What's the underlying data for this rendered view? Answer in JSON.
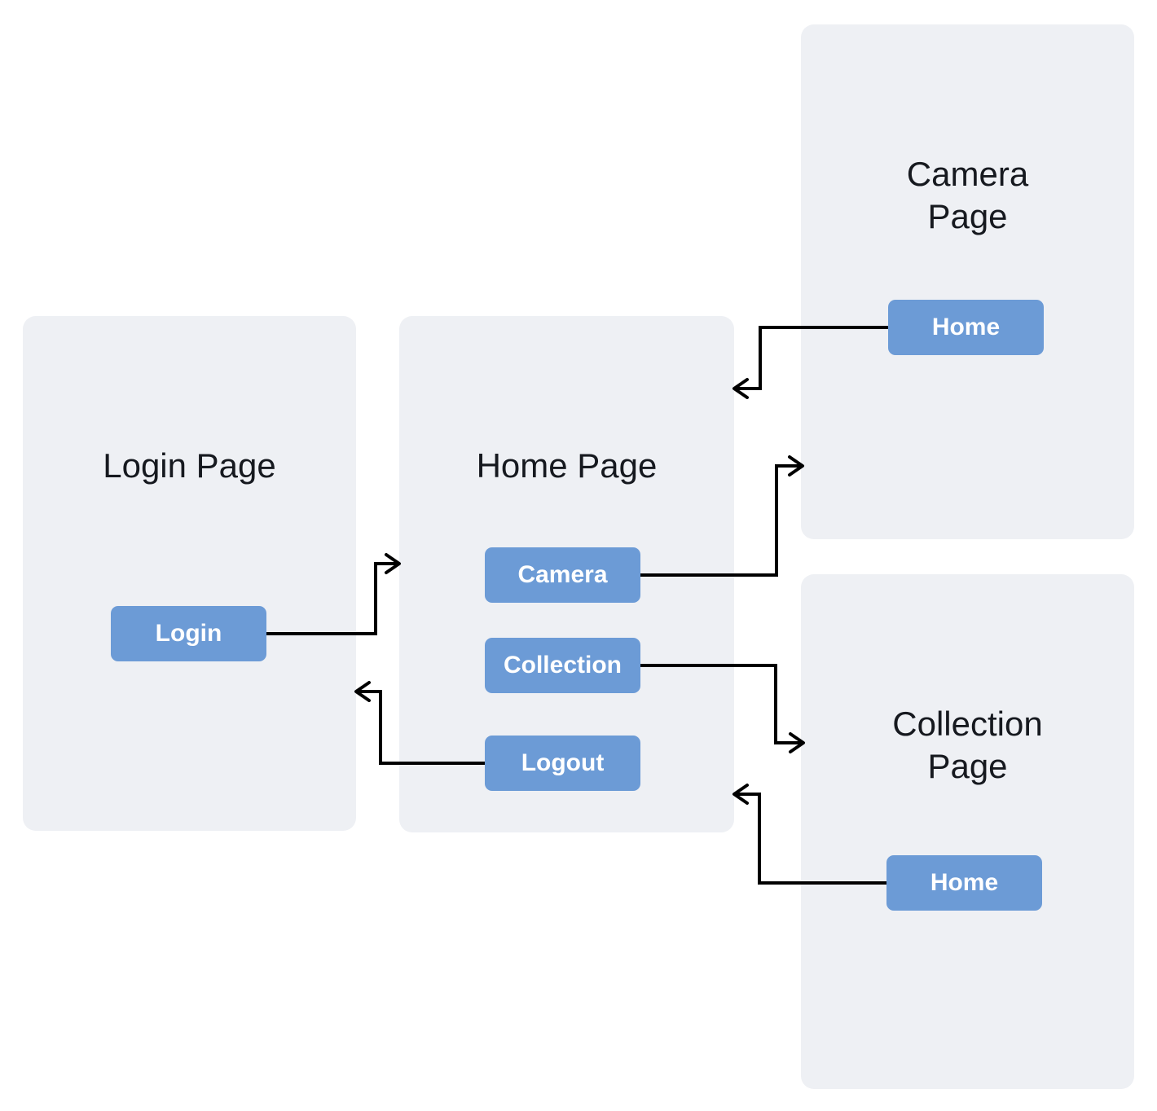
{
  "diagram": {
    "type": "navigation-flow",
    "colors": {
      "background": "#ffffff",
      "panel_fill": "#eef0f4",
      "button_fill": "#6c9bd6",
      "button_text": "#ffffff",
      "title_text": "#16191f",
      "arrow": "#000000"
    },
    "panels": [
      {
        "id": "login",
        "title": "Login Page",
        "buttons": [
          {
            "label": "Login"
          }
        ]
      },
      {
        "id": "home",
        "title": "Home Page",
        "buttons": [
          {
            "label": "Camera"
          },
          {
            "label": "Collection"
          },
          {
            "label": "Logout"
          }
        ]
      },
      {
        "id": "camera",
        "title": "Camera Page",
        "buttons": [
          {
            "label": "Home"
          }
        ]
      },
      {
        "id": "collection",
        "title": "Collection Page",
        "buttons": [
          {
            "label": "Home"
          }
        ]
      }
    ],
    "connections": [
      {
        "from": "Login button (Login Page)",
        "to": "Home Page"
      },
      {
        "from": "Camera button (Home Page)",
        "to": "Camera Page"
      },
      {
        "from": "Collection button (Home Page)",
        "to": "Collection Page"
      },
      {
        "from": "Logout button (Home Page)",
        "to": "Login Page"
      },
      {
        "from": "Home button (Camera Page)",
        "to": "Home Page"
      },
      {
        "from": "Home button (Collection Page)",
        "to": "Home Page"
      }
    ]
  }
}
